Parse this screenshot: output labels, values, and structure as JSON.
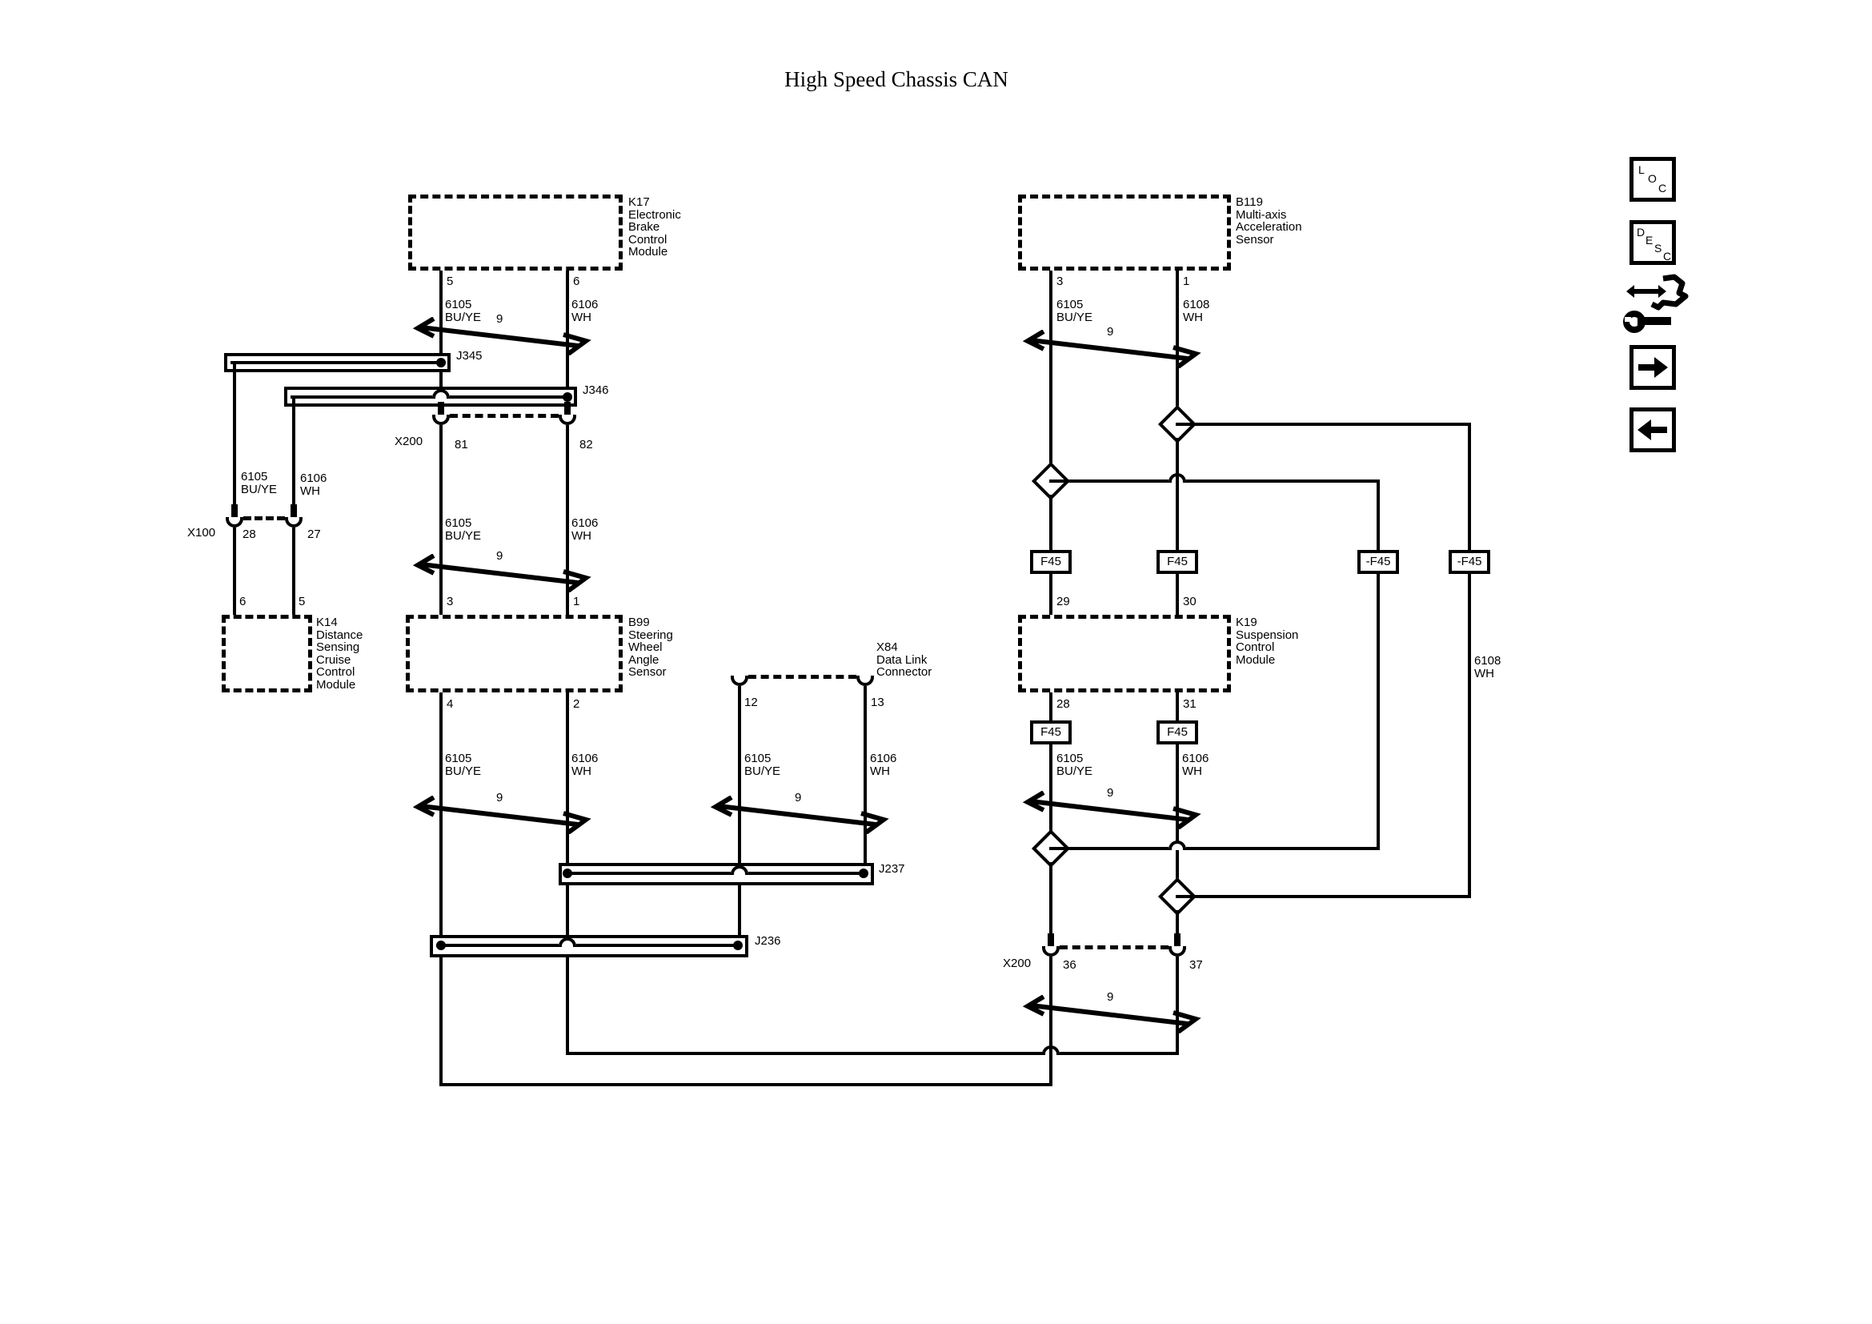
{
  "title": "High Speed Chassis CAN",
  "nine": "9",
  "components": {
    "k17": {
      "lines": [
        "K17",
        "Electronic",
        "Brake",
        "Control",
        "Module"
      ]
    },
    "k14": {
      "lines": [
        "K14",
        "Distance",
        "Sensing",
        "Cruise",
        "Control",
        "Module"
      ]
    },
    "b99": {
      "lines": [
        "B99",
        "Steering",
        "Wheel",
        "Angle",
        "Sensor"
      ]
    },
    "x84": {
      "lines": [
        "X84",
        "Data Link",
        "Connector"
      ]
    },
    "b119": {
      "lines": [
        "B119",
        "Multi-axis",
        "Acceleration",
        "Sensor"
      ]
    },
    "k19": {
      "lines": [
        "K19",
        "Suspension",
        "Control",
        "Module"
      ]
    }
  },
  "splices": {
    "j345": "J345",
    "j346": "J346",
    "j237": "J237",
    "j236": "J236"
  },
  "connectors": {
    "x200_top": {
      "label": "X200",
      "pin_a": "81",
      "pin_b": "82"
    },
    "x100": {
      "label": "X100",
      "pin_a": "28",
      "pin_b": "27"
    },
    "x200_bottom": {
      "label": "X200",
      "pin_a": "36",
      "pin_b": "37"
    }
  },
  "pins": {
    "k17_5": "5",
    "k17_6": "6",
    "k14_6": "6",
    "k14_5": "5",
    "b99_3": "3",
    "b99_1": "1",
    "b99_4": "4",
    "b99_2": "2",
    "x84_12": "12",
    "x84_13": "13",
    "b119_3": "3",
    "b119_1": "1",
    "k19_29": "29",
    "k19_30": "30",
    "k19_28": "28",
    "k19_31": "31"
  },
  "fuses": {
    "f1": "F45",
    "f2": "F45",
    "f3": "-F45",
    "f4": "-F45",
    "f5": "F45",
    "f6": "F45"
  },
  "wire_labels": {
    "k17_l": {
      "code": "6105",
      "color": "BU/YE"
    },
    "k17_r": {
      "code": "6106",
      "color": "WH"
    },
    "x100_l": {
      "code": "6105",
      "color": "BU/YE"
    },
    "x100_r": {
      "code": "6106",
      "color": "WH"
    },
    "b99_top_l": {
      "code": "6105",
      "color": "BU/YE"
    },
    "b99_top_r": {
      "code": "6106",
      "color": "WH"
    },
    "b99_bot_l": {
      "code": "6105",
      "color": "BU/YE"
    },
    "b99_bot_r": {
      "code": "6106",
      "color": "WH"
    },
    "x84_l": {
      "code": "6105",
      "color": "BU/YE"
    },
    "x84_r": {
      "code": "6106",
      "color": "WH"
    },
    "b119_l": {
      "code": "6105",
      "color": "BU/YE"
    },
    "b119_r": {
      "code": "6108",
      "color": "WH"
    },
    "k19_l": {
      "code": "6105",
      "color": "BU/YE"
    },
    "k19_r": {
      "code": "6106",
      "color": "WH"
    },
    "branch_r": {
      "code": "6108",
      "color": "WH"
    }
  },
  "toolbar": {
    "loc": [
      "L",
      "O",
      "C"
    ],
    "desc": [
      "D",
      "E",
      "S",
      "C"
    ]
  }
}
